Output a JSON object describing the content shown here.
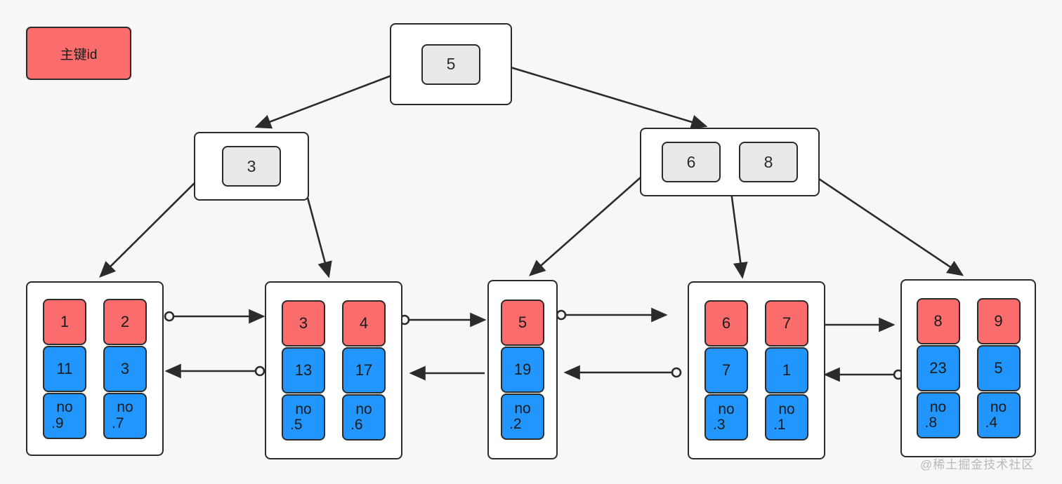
{
  "legend": {
    "label": "主键id",
    "fill": "#fb6d6d",
    "stroke": "#2b2b2b"
  },
  "colors": {
    "background": "#f7f7f7",
    "node_fill": "#ffffff",
    "internal_key_fill": "#e8e8e8",
    "primary_key_fill": "#fb6d6d",
    "data_fill": "#2196ff",
    "stroke": "#2b2b2b",
    "watermark": "#b9b9b9"
  },
  "tree": {
    "root": {
      "name": "root-node",
      "keys": [
        "5"
      ]
    },
    "internal": [
      {
        "name": "internal-node-left",
        "keys": [
          "3"
        ]
      },
      {
        "name": "internal-node-right",
        "keys": [
          "6",
          "8"
        ]
      }
    ],
    "leaves": [
      {
        "name": "leaf-node-1",
        "records": [
          {
            "key": "1",
            "value": "11",
            "ref_line1": "no",
            "ref_line2": ".9"
          },
          {
            "key": "2",
            "value": "3",
            "ref_line1": "no",
            "ref_line2": ".7"
          }
        ]
      },
      {
        "name": "leaf-node-2",
        "records": [
          {
            "key": "3",
            "value": "13",
            "ref_line1": "no",
            "ref_line2": ".5"
          },
          {
            "key": "4",
            "value": "17",
            "ref_line1": "no",
            "ref_line2": ".6"
          }
        ]
      },
      {
        "name": "leaf-node-3",
        "records": [
          {
            "key": "5",
            "value": "19",
            "ref_line1": "no",
            "ref_line2": ".2"
          }
        ]
      },
      {
        "name": "leaf-node-4",
        "records": [
          {
            "key": "6",
            "value": "7",
            "ref_line1": "no",
            "ref_line2": ".3"
          },
          {
            "key": "7",
            "value": "1",
            "ref_line1": "no",
            "ref_line2": ".1"
          }
        ]
      },
      {
        "name": "leaf-node-5",
        "records": [
          {
            "key": "8",
            "value": "23",
            "ref_line1": "no",
            "ref_line2": ".8"
          },
          {
            "key": "9",
            "value": "5",
            "ref_line1": "no",
            "ref_line2": ".4"
          }
        ]
      }
    ]
  },
  "watermark": "@稀土掘金技术社区"
}
